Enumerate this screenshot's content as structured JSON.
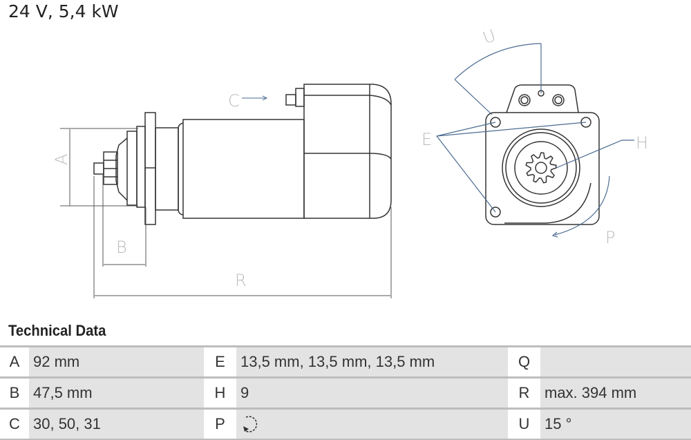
{
  "title": "24 V, 5,4 kW",
  "diagram_labels": {
    "A": "A",
    "B": "B",
    "C": "C",
    "R": "R",
    "E": "E",
    "H": "H",
    "P": "P",
    "U": "U"
  },
  "technical_data": {
    "heading": "Technical Data",
    "rows": [
      [
        {
          "key": "A",
          "value": "92 mm"
        },
        {
          "key": "E",
          "value": "13,5 mm, 13,5 mm, 13,5 mm"
        },
        {
          "key": "Q",
          "value": ""
        }
      ],
      [
        {
          "key": "B",
          "value": "47,5 mm"
        },
        {
          "key": "H",
          "value": "9"
        },
        {
          "key": "R",
          "value": "max. 394 mm"
        }
      ],
      [
        {
          "key": "C",
          "value": "30, 50, 31"
        },
        {
          "key": "P",
          "value": "",
          "icon": "rotation-direction-icon"
        },
        {
          "key": "U",
          "value": "15 °"
        }
      ]
    ]
  }
}
